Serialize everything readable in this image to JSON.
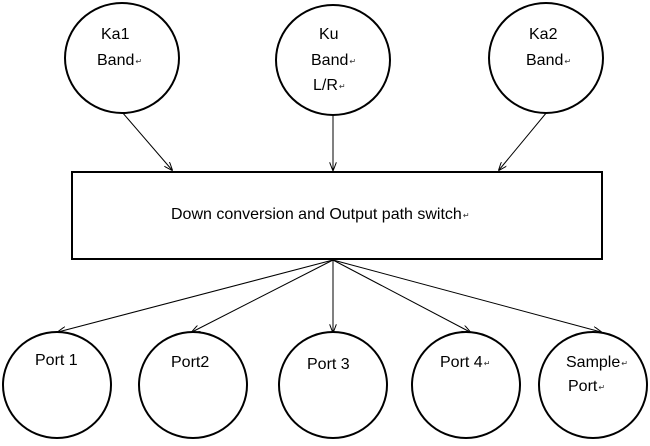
{
  "inputs": [
    {
      "line1": "Ka1",
      "line2": "Band"
    },
    {
      "line1": "Ku",
      "line2": "Band",
      "line3": "L/R"
    },
    {
      "line1": "Ka2",
      "line2": "Band"
    }
  ],
  "switch_box": {
    "label": "Down conversion and Output path switch"
  },
  "outputs": [
    {
      "line1": "Port 1"
    },
    {
      "line1": "Port2"
    },
    {
      "line1": "Port 3"
    },
    {
      "line1": "Port 4"
    },
    {
      "line1": "Sample",
      "line2": "Port"
    }
  ],
  "colors": {
    "stroke": "#000000",
    "background": "#ffffff"
  }
}
